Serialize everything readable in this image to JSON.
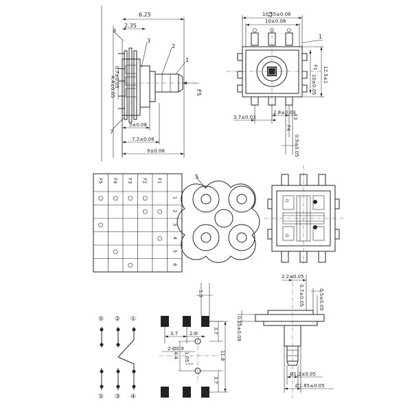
{
  "side_view": {
    "dims": {
      "d625": "6.25",
      "d235": "2.35",
      "d07": "0.7±0.05",
      "d44": "4.4±0.05",
      "d5": "5±0.08",
      "d72": "7.2±0.08",
      "d9": "9±0.08"
    },
    "callouts": {
      "c1": "1",
      "c2": "2",
      "c3": "3",
      "c4": "4",
      "c7": "7",
      "f5": "F5"
    }
  },
  "top_view": {
    "dims": {
      "f2": "F2",
      "d1055": "10.55±0.08",
      "d10": "10±0.08",
      "f1": "F1",
      "d10v": "10±0.05",
      "d125": "12.5±1",
      "d37": "3.7±0.03",
      "d28": "2.8±0.03",
      "f3": "F3",
      "f4": "F4",
      "d09": "0.9±0.05"
    },
    "callouts": {
      "c1": "1"
    }
  },
  "truth_table": {
    "cols": [
      "F5",
      "F4",
      "F3",
      "F2",
      "F1"
    ],
    "rows": [
      "1",
      "2",
      "3",
      "4",
      "5",
      "6"
    ],
    "marks": [
      [
        0,
        0
      ],
      [
        0,
        1
      ],
      [
        0,
        2
      ],
      [
        0,
        3
      ],
      [
        1,
        3
      ],
      [
        1,
        4
      ],
      [
        2,
        0
      ],
      [
        3,
        4
      ],
      [
        4,
        1
      ],
      [
        5,
        2
      ]
    ]
  },
  "contact": {
    "callout": "5"
  },
  "layout_dims": {
    "d13": "1.3",
    "d37a": "3.7",
    "d28": "2.8",
    "d37b": "3.7",
    "d09": "2-Ø0.9",
    "d44": "4.4",
    "d105": "1.05",
    "d118": "11.8",
    "d37c": "3.7"
  },
  "section_dims": {
    "d22": "2.2±0.05",
    "d07": "0.7±0.05",
    "d05": "0.5±0.05",
    "d035": "0.35±0.08",
    "d12": "Ø1.2±0.05",
    "d165": "Ø1.65±0.05"
  },
  "schematic": {
    "pins_top": [
      "⑤",
      "②",
      "①"
    ],
    "pins_bottom": [
      "⑤",
      "③",
      "④"
    ]
  }
}
